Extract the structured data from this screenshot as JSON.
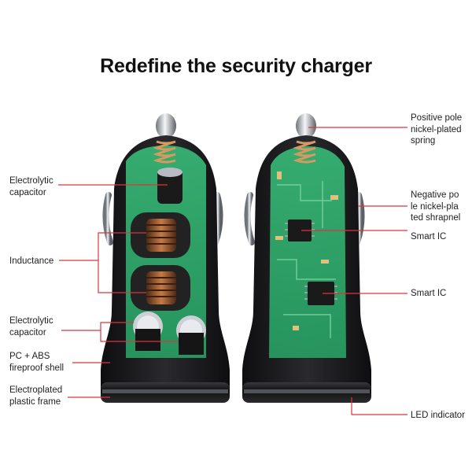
{
  "title": "Redefine the security charger",
  "left_labels": [
    "Electrolytic\ncapacitor",
    "Inductance",
    "Electrolytic\ncapacitor",
    "PC + ABS\nfireproof shell",
    "Electroplated\nplastic frame"
  ],
  "right_labels": [
    "Positive pole\nnickel-plated\n spring",
    "Negative po\nle nickel-pla\nted shrapnel",
    "Smart IC",
    "Smart IC",
    "LED indicator"
  ],
  "colors": {
    "leader_line": "#d9363e",
    "shell": "#1b1b1d",
    "pcb": "#2fa86b",
    "pcb_light": "#62c992",
    "coil": "#b06a3a",
    "chrome": "#c9cdd3"
  }
}
